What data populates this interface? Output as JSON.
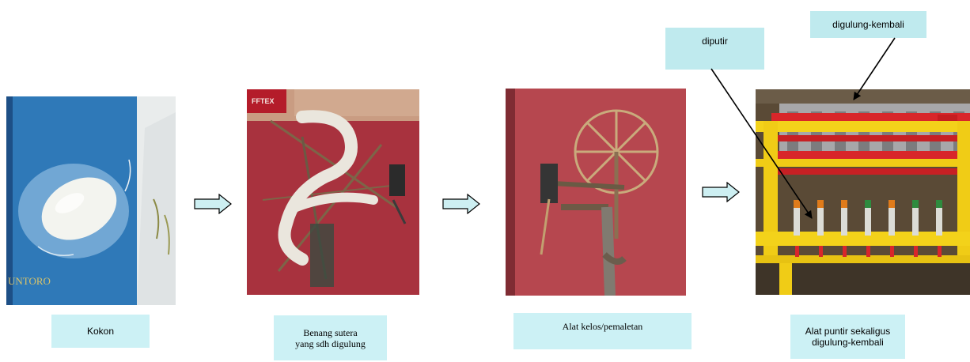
{
  "steps": [
    {
      "caption": "Kokon"
    },
    {
      "caption_line1": "Benang sutera",
      "caption_line2": "yang sdh digulung"
    },
    {
      "caption": "Alat kelos/pemaletan"
    },
    {
      "caption_line1": "Alat puntir sekaligus",
      "caption_line2": "digulung-kembali"
    }
  ],
  "callouts": {
    "twisted": "diputir",
    "rewound": "digulung-kembali"
  },
  "photo_texts": {
    "book_spine": "UNTORO",
    "box_label": "FFTEX"
  },
  "colors": {
    "label_bg": "#ccf1f5",
    "callout_bg": "#bfeaee",
    "arrow_fill": "#cdeff2"
  }
}
